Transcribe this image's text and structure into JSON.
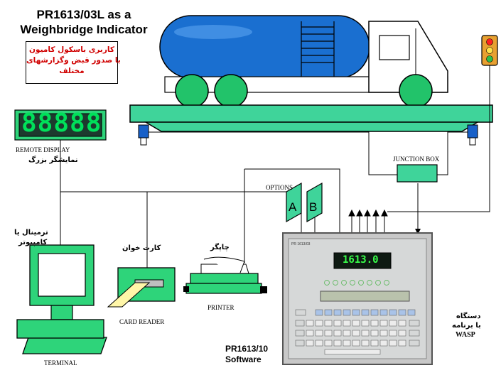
{
  "title": {
    "line1": "PR1613/03L as a",
    "line2": "Weighbridge Indicator"
  },
  "fa_box": {
    "line1": "کاربری باسکول کامیون",
    "line2": "با صدور قبض وگزارشهای",
    "line3": "مختلف"
  },
  "remote_display": {
    "digits": "88888",
    "label": "REMOTE DISPLAY",
    "fa_label": "نمایشگر بزرگ"
  },
  "terminal": {
    "label": "TERMINAL",
    "fa_label_1": "ترمینال یا",
    "fa_label_2": "کامپیوتر"
  },
  "card_reader": {
    "label": "CARD READER",
    "fa_label": "کارت خوان"
  },
  "printer": {
    "label": "PRINTER",
    "fa_label": "چاپگر"
  },
  "options": {
    "label": "OPTIONS",
    "card_a": "A",
    "card_b": "B"
  },
  "junction_box": {
    "label": "JUNCTION BOX"
  },
  "software": {
    "line1": "PR1613/10",
    "line2": "Software"
  },
  "device": {
    "fa_line1": "دستگاه",
    "fa_line2": "با برنامه",
    "fa_line3": "WASP",
    "reading": "1613.0",
    "brand": "PR 1613/03"
  },
  "colors": {
    "truck_blue": "#1a6fd0",
    "platform_green": "#3fd49a",
    "wheel_green": "#22c36a",
    "display_bg": "#1a4a3a",
    "digit_green": "#00e05a",
    "fa_red": "#d00000"
  }
}
